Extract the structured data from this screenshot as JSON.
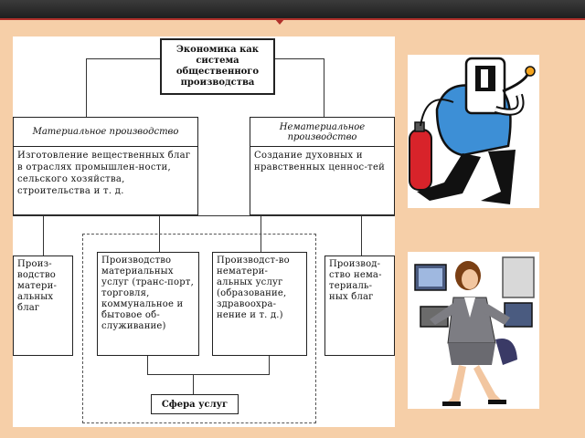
{
  "diagram": {
    "root": "Экономика как система общественного производства",
    "left_branch": {
      "title": "Материальное производство",
      "description": "Изготовление вещественных благ в отраслях промышлен-ности, сельского хозяйства, строительства и т. д."
    },
    "right_branch": {
      "title": "Нематериальное производство",
      "description": "Создание духовных и нравственных ценнос-тей"
    },
    "leaves": [
      "Произ-водство матери-альных благ",
      "Производство материальных услуг (транс-порт, торговля, коммунальное и бытовое об-служивание)",
      "Производст-во нематери-альных услуг (образование, здравоохра-нение и т. д.)",
      "Производ-ство нема-териаль-ных благ"
    ],
    "services": "Сфера услуг"
  },
  "images": [
    {
      "icon": "welder-illustration-icon"
    },
    {
      "icon": "office-worker-illustration-icon"
    }
  ],
  "colors": {
    "background": "#f6cfa8",
    "topbar": "#2b2b2b",
    "accent_red": "#b0302a"
  }
}
